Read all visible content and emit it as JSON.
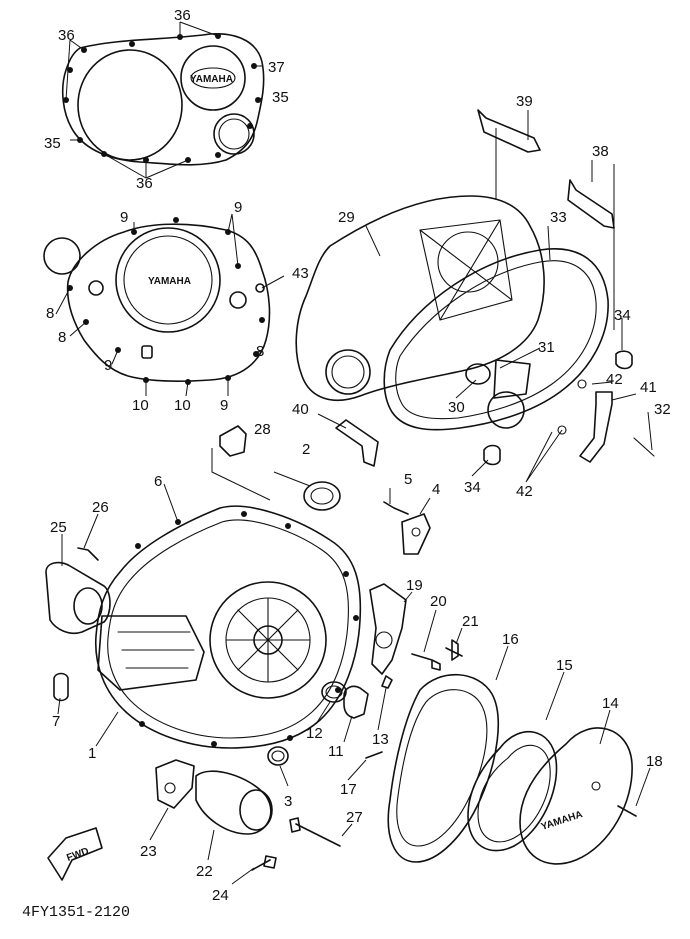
{
  "diagram": {
    "part_code": "4FY1351-2120",
    "brand_label": "YAMAHA",
    "direction_label": "FWD",
    "callouts": [
      "36",
      "36",
      "36",
      "37",
      "35",
      "35",
      "9",
      "9",
      "43",
      "8",
      "8",
      "9",
      "10",
      "10",
      "9",
      "8",
      "39",
      "38",
      "29",
      "33",
      "34",
      "31",
      "42",
      "41",
      "32",
      "30",
      "40",
      "34",
      "42",
      "28",
      "2",
      "5",
      "4",
      "6",
      "26",
      "25",
      "7",
      "1",
      "19",
      "20",
      "21",
      "16",
      "15",
      "14",
      "12",
      "11",
      "13",
      "18",
      "17",
      "3",
      "27",
      "23",
      "22",
      "24"
    ]
  }
}
